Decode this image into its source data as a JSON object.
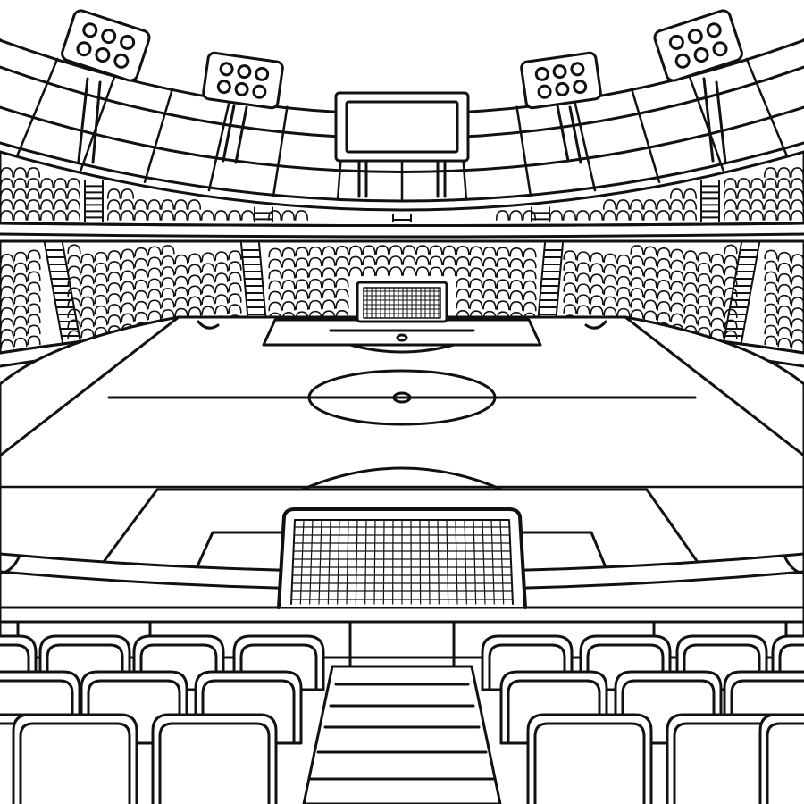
{
  "scene": {
    "subject": "stadium-line-art",
    "style": "coloring-page",
    "colors": {
      "ink": "#111111",
      "paper": "#ffffff"
    },
    "elements": {
      "floodlights": 4,
      "scoreboard": 1,
      "upper_tier": 1,
      "lower_tier": 1,
      "pitch": 1,
      "far_goal": 1,
      "near_goal": 1,
      "foreground_seat_rows": 3,
      "aisle_steps": 4
    },
    "icons": [
      "floodlight-icon",
      "scoreboard-icon",
      "goal-net-icon",
      "seat-icon"
    ]
  }
}
